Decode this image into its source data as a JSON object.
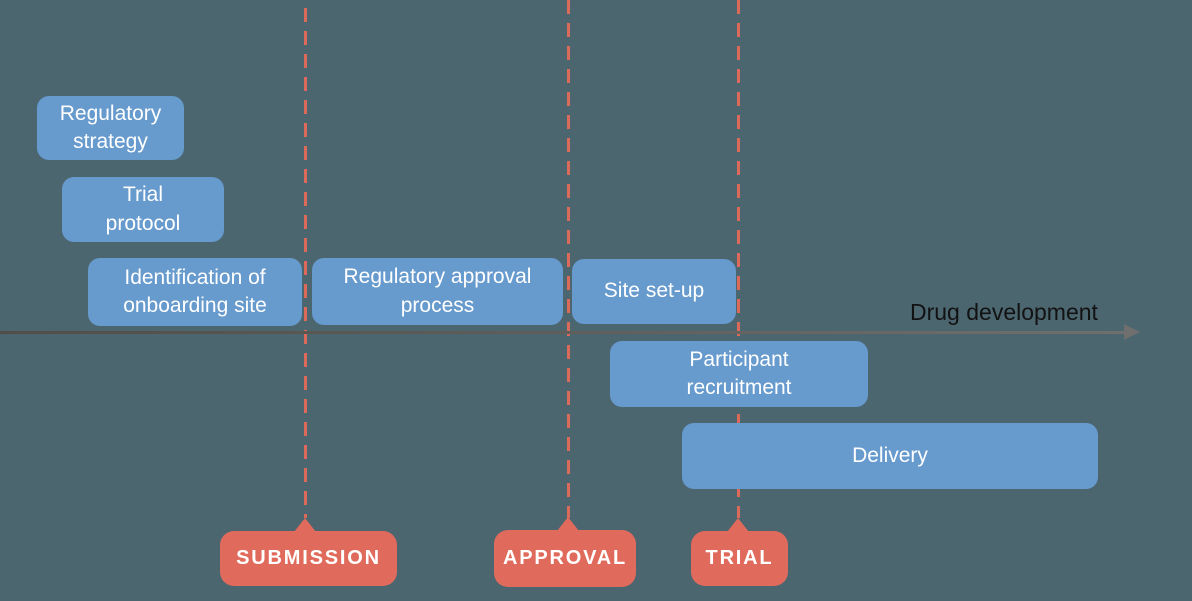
{
  "axis": {
    "label": "Drug development"
  },
  "tasks": [
    {
      "label": "Regulatory\nstrategy"
    },
    {
      "label": "Trial\nprotocol"
    },
    {
      "label": "Identification of\nonboarding site"
    },
    {
      "label": "Regulatory approval\nprocess"
    },
    {
      "label": "Site set-up"
    },
    {
      "label": "Participant\nrecruitment"
    },
    {
      "label": "Delivery"
    }
  ],
  "milestones": [
    {
      "label": "SUBMISSION"
    },
    {
      "label": "APPROVAL"
    },
    {
      "label": "TRIAL"
    }
  ],
  "colors": {
    "background": "#4C6670",
    "task_box": "#679ACD",
    "task_text": "#FFFFFF",
    "milestone_box": "#E06A5B",
    "milestone_text": "#FFFFFF",
    "dashed_line": "#DB6A5B",
    "axis_line_start": "#514E47",
    "axis_line_end": "#6F6F6F",
    "axis_label_text": "#121212"
  }
}
